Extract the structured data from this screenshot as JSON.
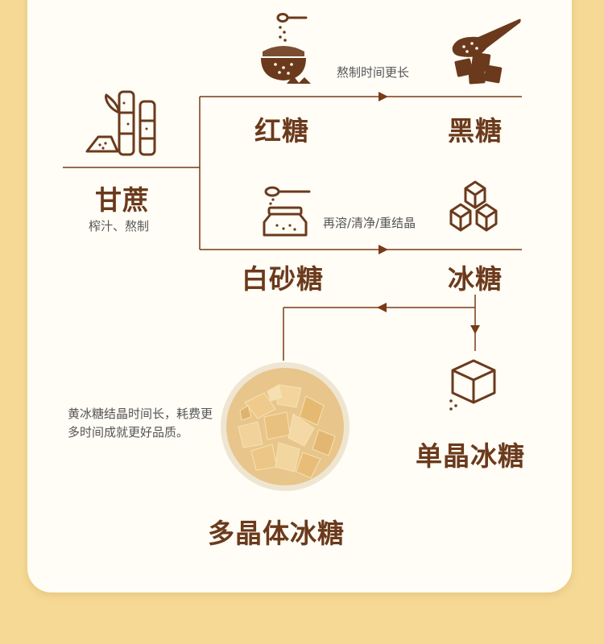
{
  "nodes": {
    "sugarcane": "甘蔗",
    "red_sugar": "红糖",
    "brown_sugar": "黑糖",
    "white_sugar": "白砂糖",
    "rock_sugar": "冰糖",
    "single_crystal": "单晶冰糖",
    "polycrystal": "多晶体冰糖"
  },
  "captions": {
    "sugarcane_process": "榨汁、熬制",
    "longer_boil": "熬制时间更长",
    "recrystallize": "再溶/清净/重结晶"
  },
  "note": "黄冰糖结晶时间长，耗费更多时间成就更好品质。",
  "colors": {
    "line": "#7a3a14",
    "text": "#6b3a1c",
    "background": "#f6d995",
    "card": "#fffdf6"
  },
  "icons": [
    "sugarcane-icon",
    "sugar-bowl-icon",
    "spoon-sugar-cubes-icon",
    "sugar-jar-icon",
    "sugar-cubes-icon",
    "single-cube-icon",
    "crystal-sugar-photo"
  ]
}
